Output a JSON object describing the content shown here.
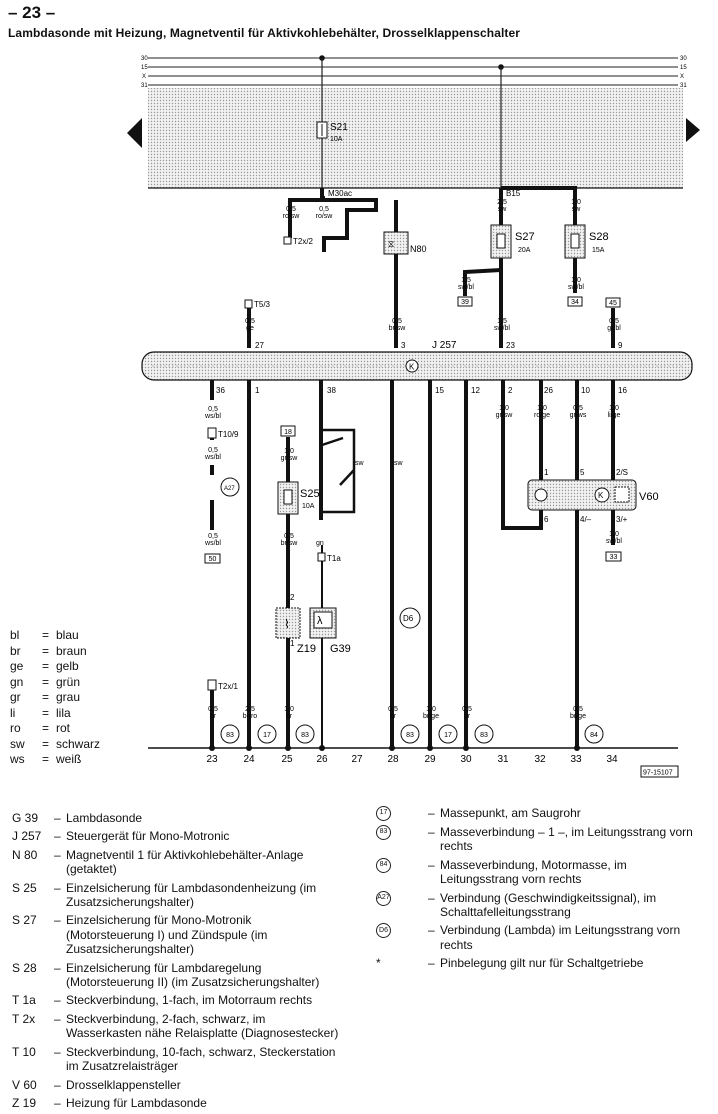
{
  "page_number": "– 23 –",
  "title": "Lambdasonde mit Heizung, Magnetventil für Aktivkohlebehälter, Drosselklappenschalter",
  "rails": [
    "30",
    "15",
    "X",
    "31"
  ],
  "fuses": {
    "s21": {
      "name": "S21",
      "rating": "10A"
    },
    "s27": {
      "name": "S27",
      "rating": "20A"
    },
    "s28": {
      "name": "S28",
      "rating": "15A"
    },
    "s25": {
      "name": "S25",
      "rating": "10A"
    }
  },
  "relay_labels": {
    "m30": "M30ac",
    "b15": "B15"
  },
  "components": {
    "n80": "N80",
    "j257": "J 257",
    "v60": "V60",
    "g39": "G39",
    "z19": "Z19",
    "t2x2": "T2x/2",
    "t5_3": "T5/3",
    "t10_9": "T10/9",
    "t1a": "T1a",
    "t2x1": "T2x/1",
    "k": "K",
    "a27": "A27",
    "d6": "D6"
  },
  "wire_labels": {
    "w_05_rosw_a": [
      "0,5",
      "ro/sw"
    ],
    "w_05_rosw_b": [
      "0,5",
      "ro/sw"
    ],
    "w_25_sw": [
      "2,5",
      "sw"
    ],
    "w_10_sw": [
      "1,0",
      "sw"
    ],
    "w_15_swbl_a": [
      "1,5",
      "sw/bl"
    ],
    "w_10_swbl": [
      "1,0",
      "sw/bl"
    ],
    "w_05_ge": [
      "0,5",
      "ge"
    ],
    "w_05_brsw": [
      "0,5",
      "br/sw"
    ],
    "w_15_swbl_b": [
      "1,5",
      "sw/bl"
    ],
    "w_05_grbl": [
      "0,5",
      "gr/bl"
    ],
    "w_05_wsbl_a": [
      "0,5",
      "ws/bl"
    ],
    "w_05_wsbl_b": [
      "0,5",
      "ws/bl"
    ],
    "w_10_grsw": [
      "1,0",
      "gr/sw"
    ],
    "w_05_brsw_b": [
      "0,5",
      "br/sw"
    ],
    "w_10_grsw_b": [
      "1,0",
      "gr/sw"
    ],
    "w_10_roge": [
      "1,0",
      "ro/ge"
    ],
    "w_05_grws": [
      "0,5",
      "gr/ws"
    ],
    "w_10_lige": [
      "1,0",
      "li/ge"
    ],
    "w_05_wsbl_c": [
      "0,5",
      "ws/bl"
    ],
    "w_10_swbl_c": [
      "1,0",
      "sw/bl"
    ],
    "w_05_br_a": [
      "0,5",
      "br"
    ],
    "w_25_brro": [
      "2,5",
      "br/ro"
    ],
    "w_10_br": [
      "1,0",
      "br"
    ],
    "w_05_br_b": [
      "0,5",
      "br"
    ],
    "w_10_brge": [
      "1,0",
      "br/ge"
    ],
    "w_05_br_c": [
      "0,5",
      "br"
    ],
    "w_05_brge": [
      "0,5",
      "br/ge"
    ]
  },
  "pins_top": [
    "27",
    "3",
    "23",
    "9"
  ],
  "pins_bottom": [
    "36",
    "1",
    "38",
    "15",
    "12",
    "2",
    "26",
    "10",
    "16"
  ],
  "sw_labels": [
    "sw",
    "sw",
    "gn"
  ],
  "pin_numbers": [
    "2",
    "1",
    "1",
    "5",
    "2/S",
    "6",
    "4/–",
    "3/+"
  ],
  "boxes": {
    "b39": "39",
    "b34": "34",
    "b45": "45",
    "b18": "18",
    "b50": "50",
    "b33": "33"
  },
  "ground_circles": [
    "83",
    "17",
    "83",
    "83",
    "17",
    "83",
    "84"
  ],
  "tracks": [
    "23",
    "24",
    "25",
    "26",
    "27",
    "28",
    "29",
    "30",
    "31",
    "32",
    "33",
    "34"
  ],
  "figure_code": "97-15107",
  "color_legend": [
    {
      "abbr": "bl",
      "name": "blau"
    },
    {
      "abbr": "br",
      "name": "braun"
    },
    {
      "abbr": "ge",
      "name": "gelb"
    },
    {
      "abbr": "gn",
      "name": "grün"
    },
    {
      "abbr": "gr",
      "name": "grau"
    },
    {
      "abbr": "li",
      "name": "lila"
    },
    {
      "abbr": "ro",
      "name": "rot"
    },
    {
      "abbr": "sw",
      "name": "schwarz"
    },
    {
      "abbr": "ws",
      "name": "weiß"
    }
  ],
  "component_legend": [
    {
      "code": "G 39",
      "text": "Lambdasonde"
    },
    {
      "code": "J 257",
      "text": "Steuergerät für Mono-Motronic"
    },
    {
      "code": "N 80",
      "text": "Magnetventil 1 für Aktivkohlebehälter-Anlage (getaktet)"
    },
    {
      "code": "S 25",
      "text": "Einzelsicherung für Lambdasondenheizung (im Zusatzsicherungshalter)"
    },
    {
      "code": "S 27",
      "text": "Einzelsicherung für Mono-Motronik (Motorsteuerung I) und Zündspule (im Zusatzsicherungshalter)"
    },
    {
      "code": "S 28",
      "text": "Einzelsicherung für Lambdaregelung (Motorsteuerung II) (im Zusatzsicherungshalter)"
    },
    {
      "code": "T 1a",
      "text": "Steckverbindung, 1-fach, im Motorraum rechts"
    },
    {
      "code": "T 2x",
      "text": "Steckverbindung, 2-fach, schwarz, im Wasserkasten nähe Relaisplatte (Diagnosestecker)"
    },
    {
      "code": "T 10",
      "text": "Steckverbindung, 10-fach, schwarz, Steckerstation im Zusatzrelaisträger"
    },
    {
      "code": "V 60",
      "text": "Drosselklappensteller"
    },
    {
      "code": "Z 19",
      "text": "Heizung für Lambdasonde"
    }
  ],
  "ground_legend": [
    {
      "code": "17",
      "text": "Massepunkt, am Saugrohr"
    },
    {
      "code": "83",
      "text": "Masseverbindung – 1 –, im Leitungsstrang vorn rechts"
    },
    {
      "code": "84",
      "text": "Masseverbindung, Motormasse, im Leitungsstrang vorn rechts"
    },
    {
      "code": "A27",
      "text": "Verbindung (Geschwindigkeitssignal), im Schalttafelleitungsstrang"
    },
    {
      "code": "D6",
      "text": "Verbindung (Lambda) im Leitungsstrang vorn rechts"
    },
    {
      "code": "*",
      "text": "Pinbelegung gilt nur für Schaltgetriebe"
    }
  ]
}
